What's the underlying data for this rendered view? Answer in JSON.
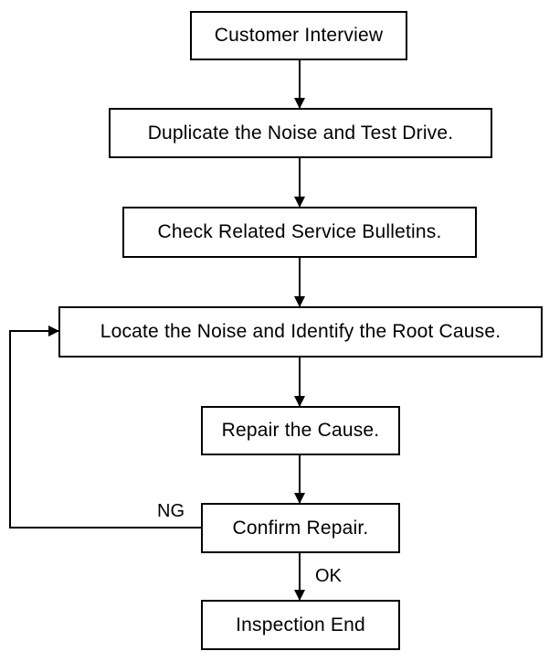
{
  "diagram": {
    "steps": {
      "customer_interview": "Customer Interview",
      "duplicate_noise": "Duplicate the Noise and Test Drive.",
      "check_bulletins": "Check Related Service Bulletins.",
      "locate_noise": "Locate the Noise and Identify the Root Cause.",
      "repair_cause": "Repair the Cause.",
      "confirm_repair": "Confirm Repair.",
      "inspection_end": "Inspection End"
    },
    "edge_labels": {
      "ng": "NG",
      "ok": "OK"
    }
  }
}
